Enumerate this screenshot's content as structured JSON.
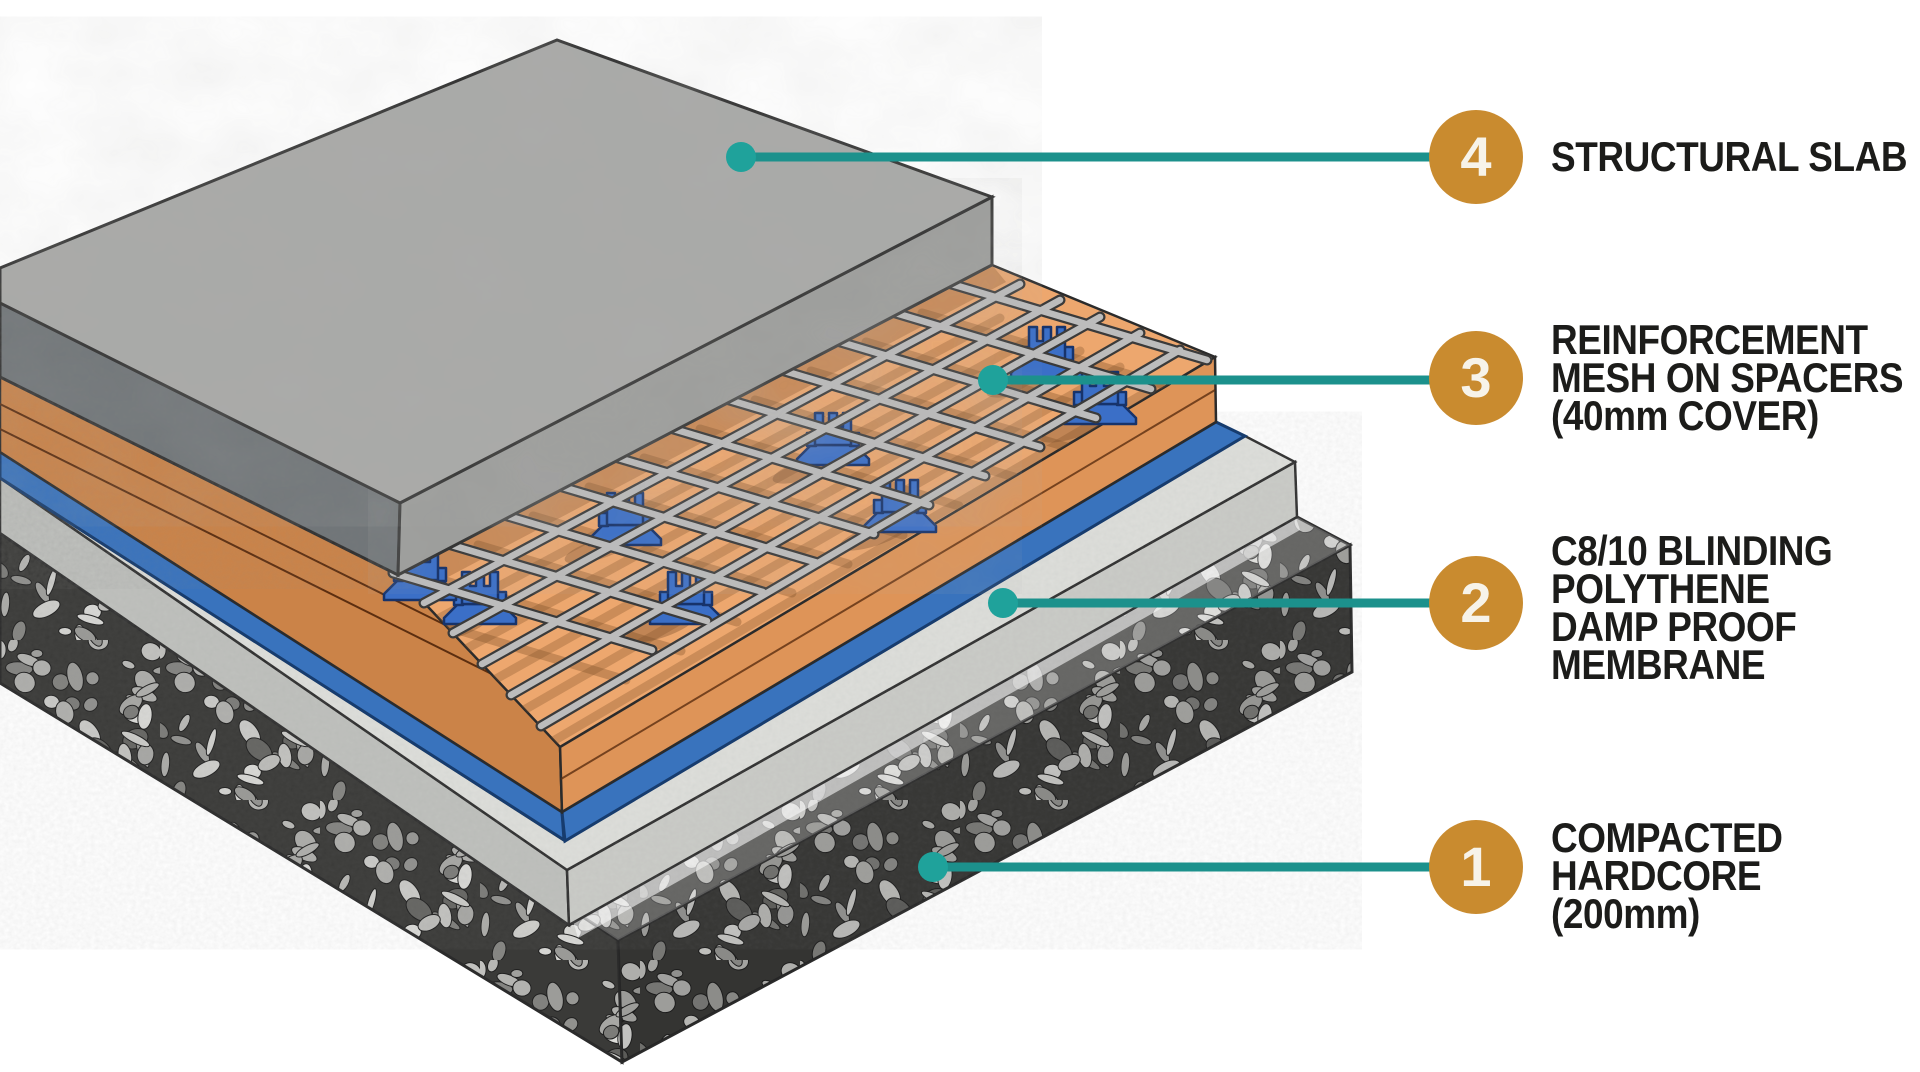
{
  "callouts": [
    {
      "number": "4",
      "lines": [
        "STRUCTURAL SLAB"
      ]
    },
    {
      "number": "3",
      "lines": [
        "REINFORCEMENT",
        "MESH ON SPACERS",
        "(40mm COVER)"
      ]
    },
    {
      "number": "2",
      "lines": [
        "C8/10 BLINDING",
        "POLYTHENE",
        "DAMP PROOF",
        "MEMBRANE"
      ]
    },
    {
      "number": "1",
      "lines": [
        "COMPACTED",
        "HARDCORE",
        "(200mm)"
      ]
    }
  ],
  "colors": {
    "background": "#FFFFFF",
    "slab_top": "#A9AAA8",
    "slab_front_left": "#6F7478",
    "slab_front_right": "#9C9D9B",
    "insulation_top": "#EDA76E",
    "insulation_left": "#CB8348",
    "insulation_right": "#DE9458",
    "insulation_edge": "#5C2E10",
    "membrane": "#3973BD",
    "membrane_edge": "#173C6E",
    "blinding_top": "#DEDFDB",
    "blinding_left": "#BFC1BD",
    "blinding_right": "#CBCCC8",
    "pebble_ground": "#3A3A38",
    "outline": "#2B2B2B",
    "mesh_bar": "#BCBCBC",
    "mesh_bar_edge": "#3A3A3A",
    "spacer": "#3B6FC7",
    "spacer_edge": "#17336B",
    "callout_line": "#1C918C",
    "callout_dot": "#1FA29B",
    "badge": "#C98B2F",
    "badge_number": "#F7F3E9",
    "label": "#1C1C1A"
  }
}
